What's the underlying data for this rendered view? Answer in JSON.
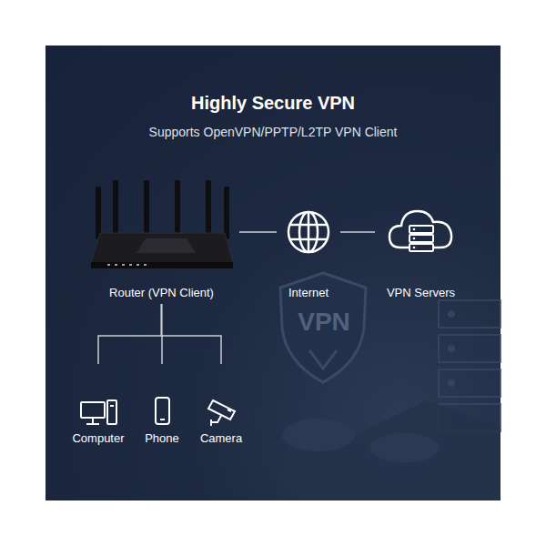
{
  "diagram": {
    "title": "Highly Secure VPN",
    "nodes": [
      {
        "text": [
          "Router (VPN Client)"
        ]
      },
      {
        "text": [
          "Internet"
        ]
      },
      {
        "text": [
          "VPN Servers"
        ]
      },
      {
        "text": [
          "Computer"
        ]
      },
      {
        "text": [
          "Phone"
        ]
      },
      {
        "text": [
          "Camera"
        ]
      }
    ],
    "edges": [
      {
        "from": 0,
        "to": 1,
        "arrow": "none"
      },
      {
        "from": 1,
        "to": 2,
        "arrow": "none"
      },
      {
        "from": 0,
        "to": 3,
        "arrow": "none"
      },
      {
        "from": 0,
        "to": 4,
        "arrow": "none"
      },
      {
        "from": 0,
        "to": 5,
        "arrow": "none"
      }
    ],
    "labels": [
      "Supports OpenVPN/PPTP/L2TP VPN Client",
      "VPN"
    ]
  }
}
